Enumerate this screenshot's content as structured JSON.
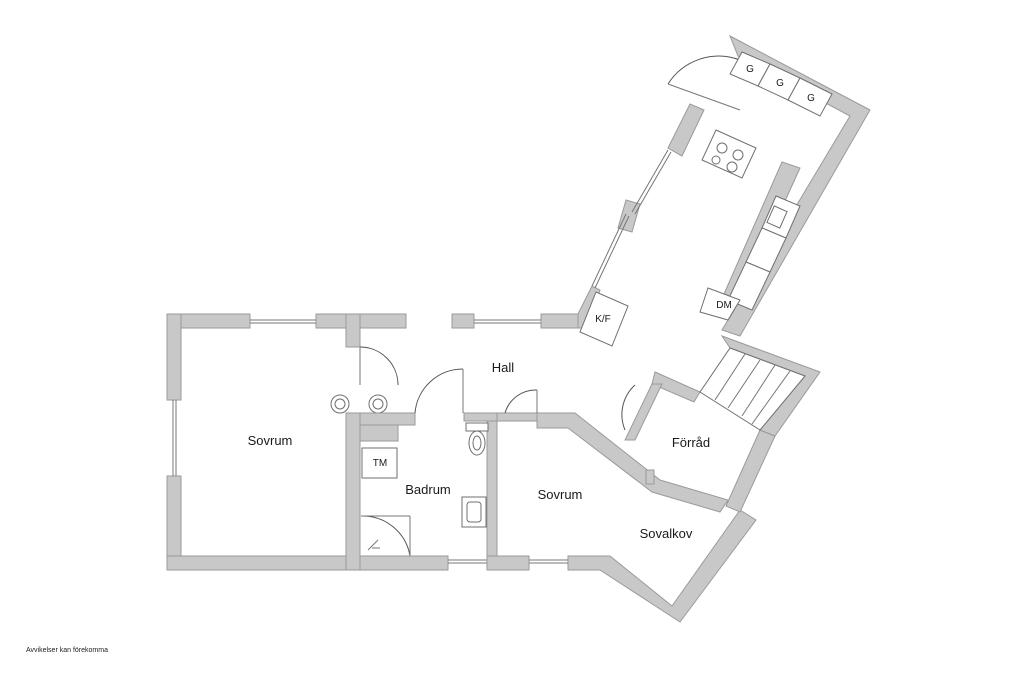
{
  "rooms": {
    "sovrum_left": "Sovrum",
    "hall": "Hall",
    "badrum": "Badrum",
    "sovrum_right": "Sovrum",
    "sovalkov": "Sovalkov",
    "forrad": "Förråd"
  },
  "fixtures": {
    "tm": "TM",
    "kf": "K/F",
    "dm": "DM",
    "garderob": "G"
  },
  "disclaimer": "Avvikelser kan förekomma",
  "colors": {
    "wall": "#c8c8c8",
    "line": "#6f6f6f",
    "background": "#ffffff"
  }
}
